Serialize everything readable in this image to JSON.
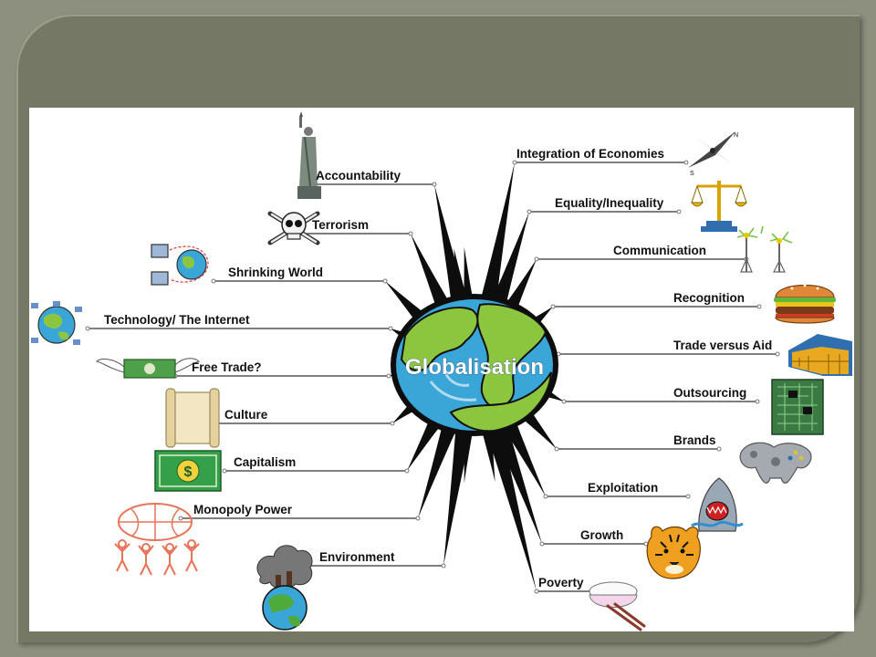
{
  "slide": {
    "background": "#8e907f",
    "frame_color": "#767866",
    "canvas_color": "#ffffff"
  },
  "diagram": {
    "type": "mind-map",
    "center": {
      "label": "Globalisation",
      "ocean_color": "#3aa6d8",
      "land_color": "#8cc63f"
    },
    "branches_left": [
      {
        "label": "Accountability",
        "icon": "statue-of-liberty-icon"
      },
      {
        "label": "Terrorism",
        "icon": "skull-crossbones-icon"
      },
      {
        "label": "Shrinking World",
        "icon": "networked-computers-globe-icon"
      },
      {
        "label": "Technology/ The Internet",
        "icon": "internet-globe-icon"
      },
      {
        "label": "Free Trade?",
        "icon": "winged-money-icon"
      },
      {
        "label": "Culture",
        "icon": "scroll-icon"
      },
      {
        "label": "Capitalism",
        "icon": "dollar-bill-icon"
      },
      {
        "label": "Monopoly Power",
        "icon": "people-holding-globe-icon"
      },
      {
        "label": "Environment",
        "icon": "polluted-earth-icon"
      }
    ],
    "branches_right": [
      {
        "label": "Integration of Economies",
        "icon": "compass-icon"
      },
      {
        "label": "Equality/Inequality",
        "icon": "balance-scales-icon"
      },
      {
        "label": "Communication",
        "icon": "radio-towers-icon"
      },
      {
        "label": "Recognition",
        "icon": "hamburger-icon"
      },
      {
        "label": "Trade versus Aid",
        "icon": "warehouse-icon"
      },
      {
        "label": "Outsourcing",
        "icon": "circuit-board-icon"
      },
      {
        "label": "Brands",
        "icon": "game-controller-icon"
      },
      {
        "label": "Exploitation",
        "icon": "shark-icon"
      },
      {
        "label": "Growth",
        "icon": "tiger-icon"
      },
      {
        "label": "Poverty",
        "icon": "rice-bowl-icon"
      }
    ]
  }
}
